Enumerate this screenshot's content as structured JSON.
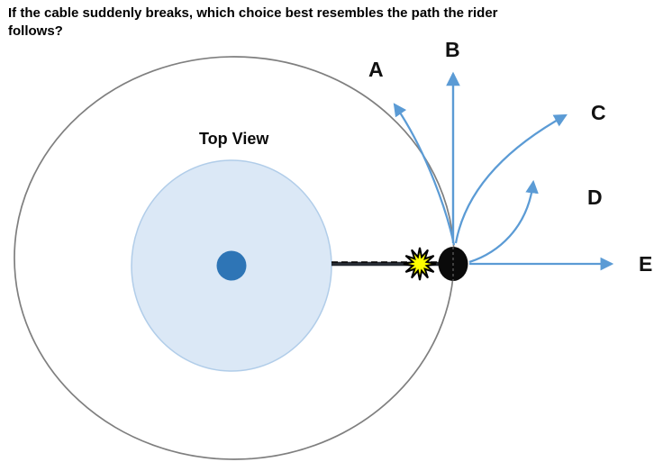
{
  "question": {
    "line1": "If the cable suddenly breaks, which choice best resembles the path the rider",
    "line2": "follows?"
  },
  "diagram": {
    "view_label": "Top View",
    "choices": [
      {
        "label": "A"
      },
      {
        "label": "B"
      },
      {
        "label": "C"
      },
      {
        "label": "D"
      },
      {
        "label": "E"
      }
    ],
    "colors": {
      "arrow_blue": "#5b9bd5",
      "ride_path_gray": "#7f7f7f",
      "platform_fill": "#dbe8f6",
      "platform_border": "#b1cde9",
      "hub_blue": "#2e75b6",
      "cable_dark": "#262b33",
      "starburst_yellow": "#ffff00",
      "rider_black": "#0a0a0a",
      "text_black": "#000000"
    }
  }
}
